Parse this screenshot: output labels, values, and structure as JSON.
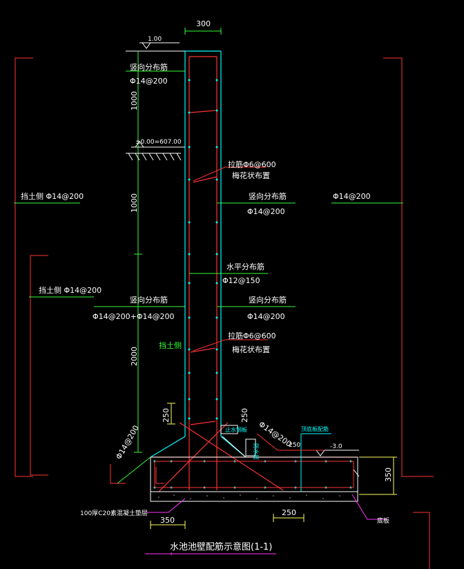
{
  "dimensions": {
    "wall_thickness": "300",
    "level_top": "1.00",
    "seg_upper": "1000",
    "seg_middle": "1000",
    "seg_lower": "2000",
    "haunch_left": "250",
    "haunch_right": "250",
    "base_width_left": "350",
    "base_thickness": "350",
    "bottom_spacing": "250",
    "right_spacing": "250",
    "level_bottom": "-3.0"
  },
  "labels": {
    "ground_level": "±0.00=607.00",
    "vert_dist_top": "竖向分布筋",
    "vert_dist_top_spec": "Φ14@200",
    "soil_side_left": "挡土侧 Φ14@200",
    "soil_side_left2": "挡土侧 Φ14@200",
    "tie_bar_1": "拉筋Φ6@600",
    "tie_bar_1_note": "梅花状布置",
    "vert_dist_mid": "竖向分布筋",
    "vert_dist_mid_spec": "Φ14@200",
    "right_spec": "Φ14@200",
    "horiz_dist": "水平分布筋",
    "horiz_dist_spec": "Φ12@150",
    "vert_dist_left_lower": "竖向分布筋",
    "vert_dist_left_lower_spec": "Φ14@200+Φ14@200",
    "vert_dist_right_lower": "竖向分布筋",
    "vert_dist_right_lower_spec": "Φ14@200",
    "tie_bar_2": "拉筋Φ6@600",
    "tie_bar_2_note": "梅花状布置",
    "soil_side_green": "挡土侧",
    "haunch_bar": "Φ14@200",
    "haunch_bar_left": "Φ14@200",
    "waterstop": "止水钢板",
    "waterstop_box": "防水层",
    "base_top_bar": "顶底板配筋",
    "cushion": "100厚C20素混凝土垫层",
    "foundation": "底板",
    "title": "水池池壁配筋示意图(1-1)"
  }
}
